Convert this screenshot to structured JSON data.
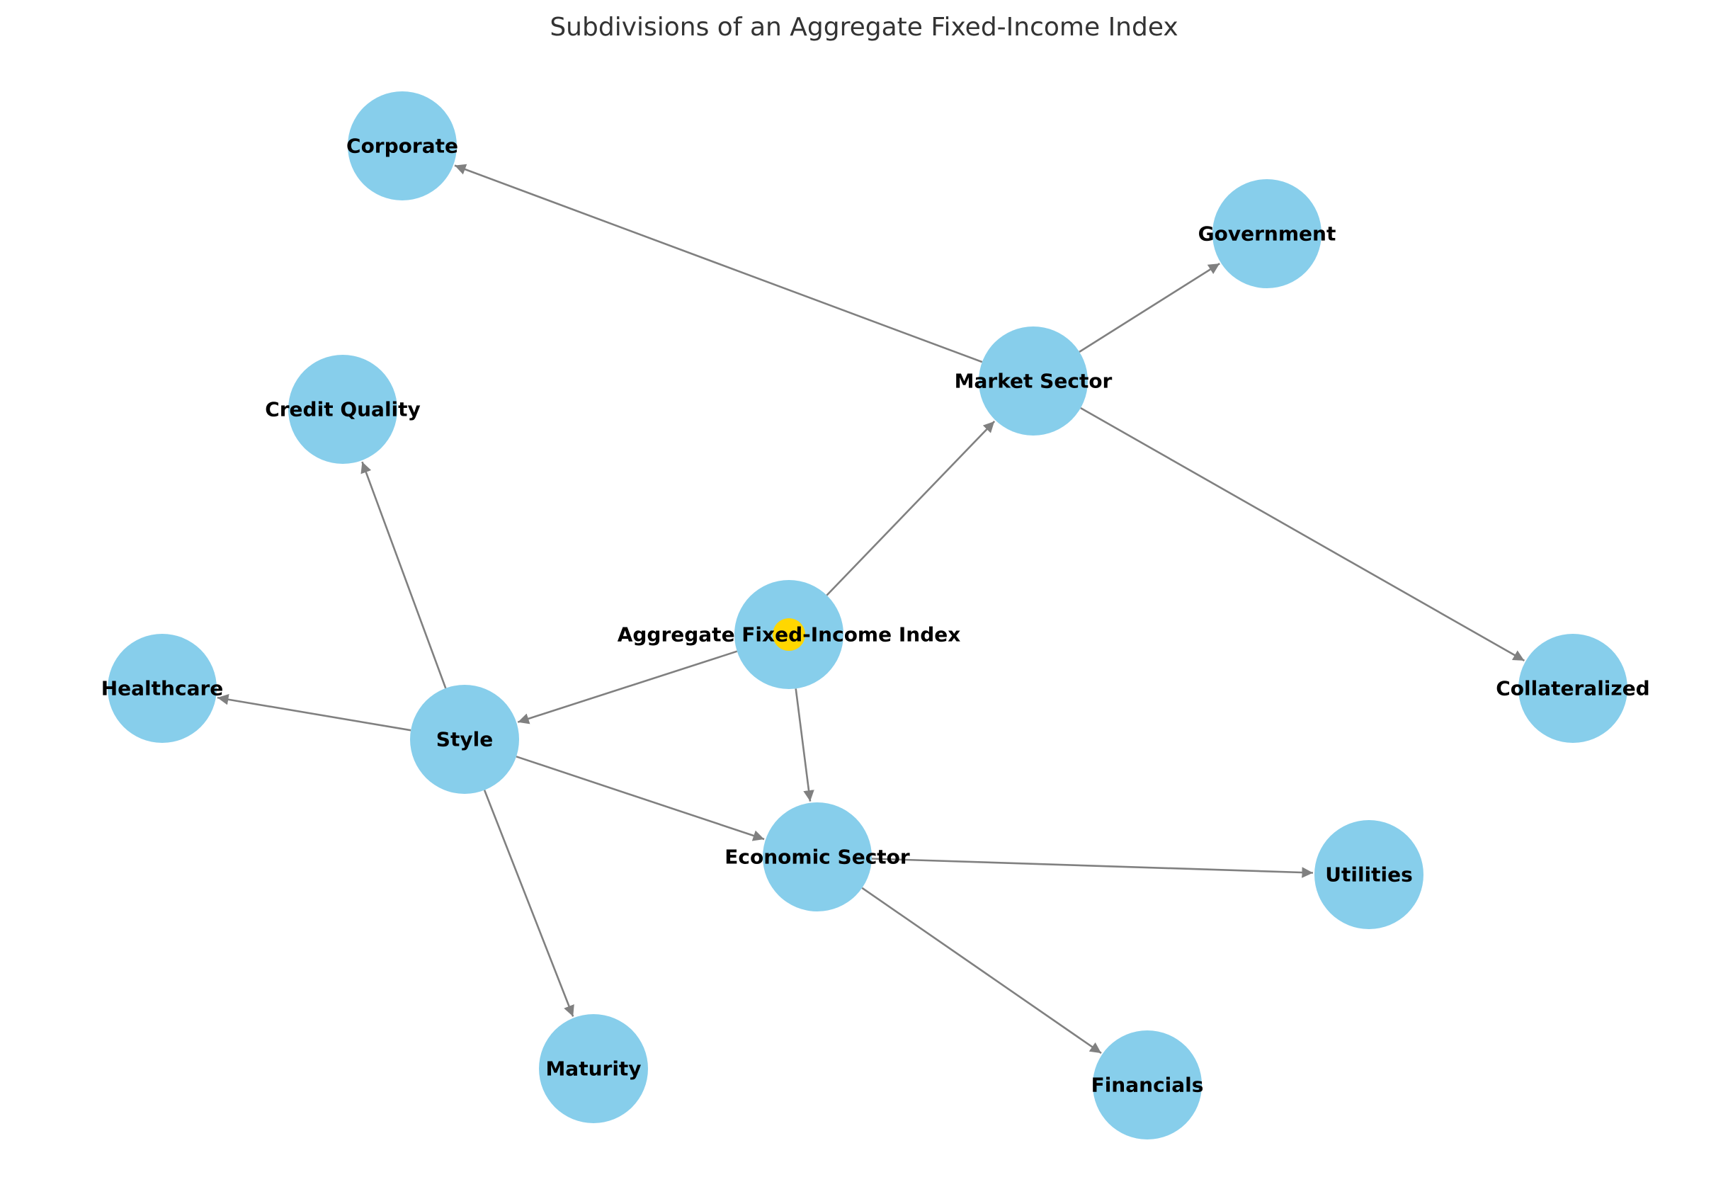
{
  "title": "Subdivisions of an Aggregate Fixed-Income Index",
  "colors": {
    "node_fill": "#87CEEB",
    "root_marker": "#FFD700",
    "edge": "#808080",
    "label": "#000000",
    "title": "#333333"
  },
  "nodes": [
    {
      "id": "root",
      "label": "Aggregate Fixed-Income Index"
    },
    {
      "id": "market",
      "label": "Market Sector"
    },
    {
      "id": "style",
      "label": "Style"
    },
    {
      "id": "economic",
      "label": "Economic Sector"
    },
    {
      "id": "corporate",
      "label": "Corporate"
    },
    {
      "id": "government",
      "label": "Government"
    },
    {
      "id": "collateralized",
      "label": "Collateralized"
    },
    {
      "id": "credit",
      "label": "Credit Quality"
    },
    {
      "id": "healthcare",
      "label": "Healthcare"
    },
    {
      "id": "maturity",
      "label": "Maturity"
    },
    {
      "id": "utilities",
      "label": "Utilities"
    },
    {
      "id": "financials",
      "label": "Financials"
    }
  ],
  "edges": [
    {
      "from": "root",
      "to": "market"
    },
    {
      "from": "root",
      "to": "style"
    },
    {
      "from": "root",
      "to": "economic"
    },
    {
      "from": "market",
      "to": "corporate"
    },
    {
      "from": "market",
      "to": "government"
    },
    {
      "from": "market",
      "to": "collateralized"
    },
    {
      "from": "style",
      "to": "credit"
    },
    {
      "from": "style",
      "to": "healthcare"
    },
    {
      "from": "style",
      "to": "maturity"
    },
    {
      "from": "style",
      "to": "economic"
    },
    {
      "from": "economic",
      "to": "utilities"
    },
    {
      "from": "economic",
      "to": "financials"
    }
  ]
}
